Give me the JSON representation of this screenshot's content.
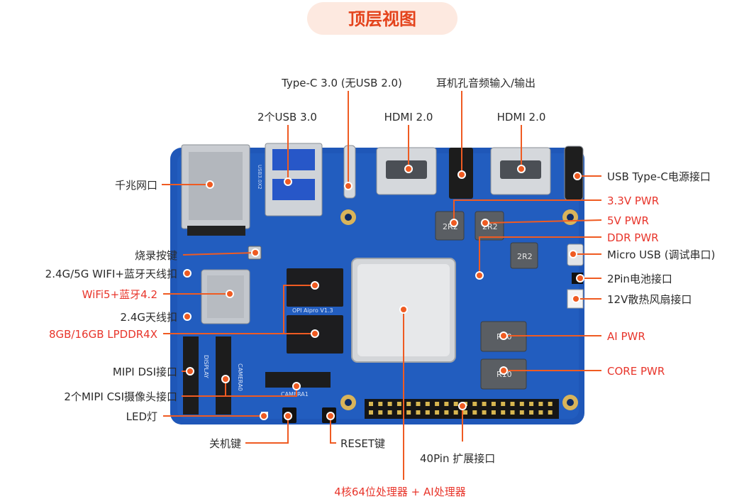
{
  "title": "顶层视图",
  "accent_color": "#ef5b22",
  "board_color": "#1f57b8",
  "labels": {
    "typec30": "Type-C 3.0 (无USB 2.0)",
    "audio": "耳机孔音频输入/输出",
    "usb30": "2个USB 3.0",
    "hdmi_a": "HDMI 2.0",
    "hdmi_b": "HDMI 2.0",
    "ethernet": "千兆网口",
    "usb_power": "USB Type-C电源接口",
    "pwr33": "3.3V PWR",
    "pwr5": "5V PWR",
    "ddr_pwr": "DDR PWR",
    "micro_usb": "Micro USB (调试串口)",
    "burn_key": "烧录按键",
    "ant_wifi": "2.4G/5G WIFI+蓝牙天线扣",
    "battery": "2Pin电池接口",
    "wifi_module": "WiFi5+蓝牙4.2",
    "fan": "12V散热风扇接口",
    "ant_24g": "2.4G天线扣",
    "ai_pwr": "AI PWR",
    "lpddr": "8GB/16GB LPDDR4X",
    "mipi_dsi": "MIPI DSI接口",
    "core_pwr": "CORE PWR",
    "mipi_csi": "2个MIPI CSI摄像头接口",
    "led": "LED灯",
    "power_key": "关机键",
    "reset_key": "RESET键",
    "gpio40": "40Pin 扩展接口",
    "processor": "4核64位处理器 + AI处理器"
  },
  "board_marks": {
    "ram_top": "OPI Aipro V1.3",
    "camera0": "CAMERA0",
    "camera1": "CAMERA1",
    "display": "DISPLAY",
    "usb_silk": "USB3.0X2",
    "inductor": "2R2",
    "inductor_b": "R10"
  }
}
